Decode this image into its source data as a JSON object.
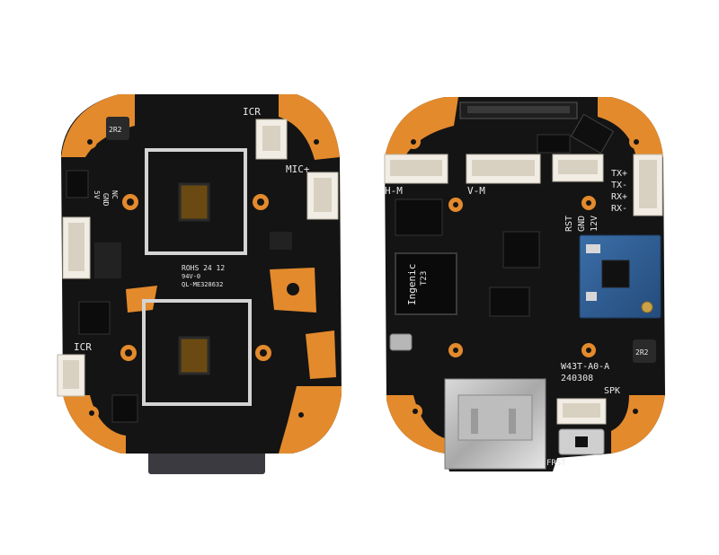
{
  "colors": {
    "background": "#ffffff",
    "board": "#141414",
    "pad_copper": "#e38a2c",
    "silkscreen": "#e8e8e8",
    "connector": "#f2ede4",
    "wifi_module": "#2f5e96"
  },
  "left_board": {
    "labels": {
      "icr_top": "ICR",
      "mic": "MIC+",
      "icr_bottom": "ICR",
      "ic_marking": "2R2",
      "rohs_line1": "ROHS 24 12",
      "rohs_line2": "94V-0",
      "rohs_line3": "QL-ME328632",
      "side_5v": "5V",
      "side_gnd": "GND",
      "side_nc": "NC"
    }
  },
  "right_board": {
    "labels": {
      "hm": "H-M",
      "vm": "V-M",
      "tx_plus": "TX+",
      "tx_minus": "TX-",
      "rx_plus": "RX+",
      "rx_minus": "RX-",
      "rst": "RST",
      "gnd": "GND",
      "v12": "12V",
      "soc_brand": "Ingenic",
      "soc_model": "T23",
      "board_model": "W43T-A0-A",
      "board_date": "240308",
      "spk": "SPK",
      "frst": "FRST",
      "ic_marking": "2R2"
    }
  }
}
